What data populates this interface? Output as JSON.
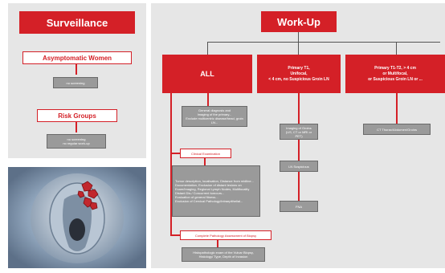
{
  "surveillance": {
    "title": "Surveillance",
    "asymptomatic": "Asymptomatic Women",
    "no_screening": "no screening",
    "risk_groups": "Risk Groups",
    "risk_note": "no screening\nno regular work-up"
  },
  "workup": {
    "title": "Work-Up",
    "col_all": "ALL",
    "col_t1": "Primary T1,\nUnifocal,\n< 4 cm, no Suspicious Groin LN",
    "col_t2": "Primary T1-T2, > 4 cm\nor Multifocal,\nor Suspicious Groin LN or ...",
    "all_box1": "General diagnosis and\nImaging of the primary...\nExclude multicentric disease/head, groin LN...",
    "clinical_exam": "Clinical Examination",
    "all_box2": "Tumor description, localisation, Distance from midline...\nDocumentation, Exclusion of distant lesions on\nExam/Imaging, Regional Lymph Nodes, Multifocality\nDistant Dis./ Concurrent tumours...\nEvaluation of general fitness...\nExclusion of Cervical Pathology/Intraepithelial...",
    "complete_pathology": "Complete Pathology Assessment of Biopsy",
    "all_box3": "Histopathologic exam of the Vulvar Biopsy,\nHistology/ Type, Depth of Invasion",
    "t1_box1": "Imaging of Groins\n(US, CT or MRI or PET)",
    "ln_suspicious": "LN Suspicious",
    "fna": "FNA",
    "t2_box1": "CT Thorax/Abdomen/Groins"
  }
}
